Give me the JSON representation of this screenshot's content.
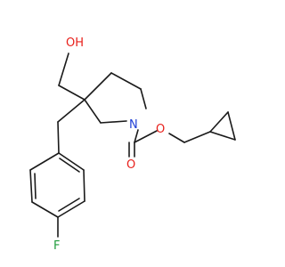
{
  "molecule": {
    "colors": {
      "bond": "#1a1a1a",
      "oxygen": "#e8201b",
      "nitrogen": "#1f3fd6",
      "fluorine": "#1f9c3c"
    },
    "labels": {
      "hydroxyl": "OH",
      "amine_n": "N",
      "ester_o": "O",
      "carbonyl_o": "O",
      "fluorine": "F"
    }
  }
}
